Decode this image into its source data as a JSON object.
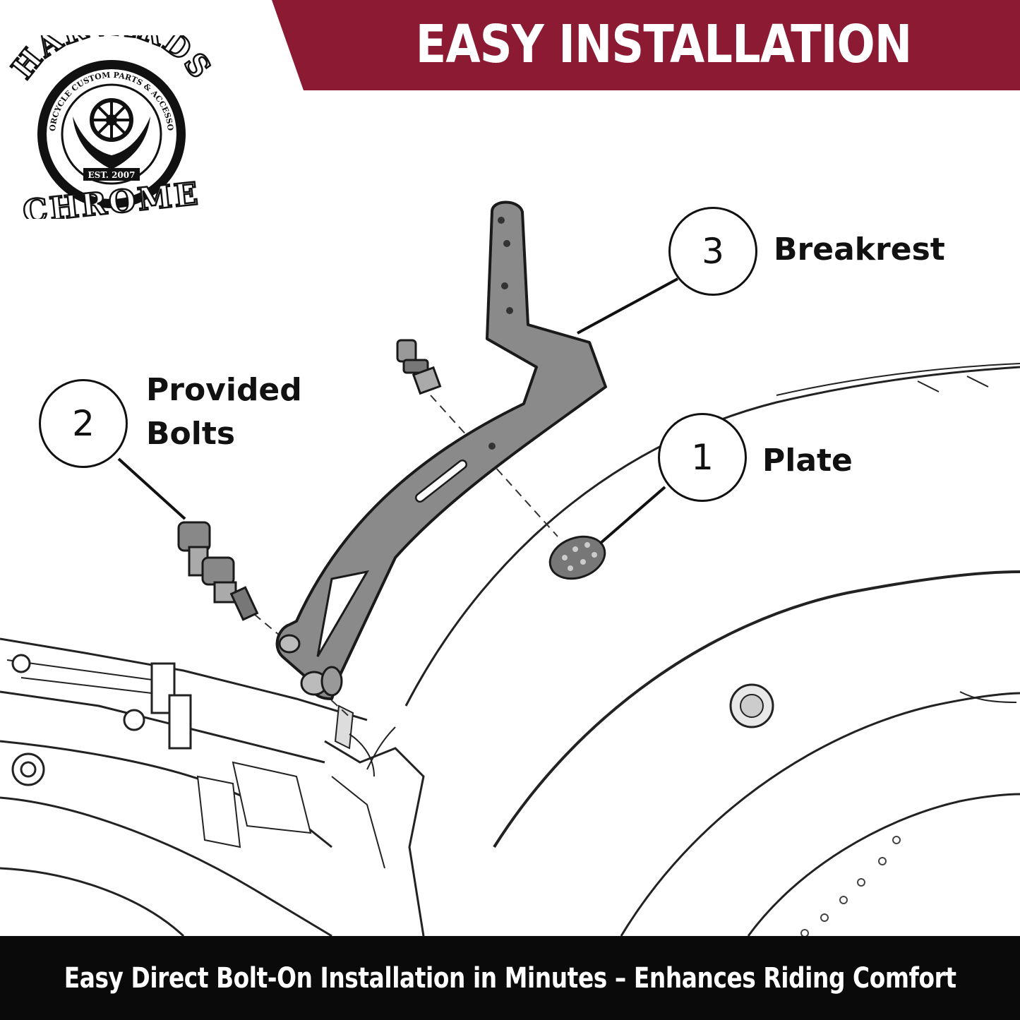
{
  "banner": {
    "title": "EASY INSTALLATION",
    "color": "#8b1a32"
  },
  "logo": {
    "top_text": "HARVARDS",
    "ring_text": "MOTORCYCLE CUSTOM PARTS & ACCESSORIES",
    "est_text": "EST. 2007",
    "bottom_text": "CHROME"
  },
  "callouts": [
    {
      "number": "3",
      "label": "Breakrest"
    },
    {
      "number": "2",
      "label_line1": "Provided",
      "label_line2": "Bolts"
    },
    {
      "number": "1",
      "label": "Plate"
    }
  ],
  "footer": {
    "text": "Easy Direct Bolt-On Installation in Minutes – Enhances Riding Comfort"
  }
}
